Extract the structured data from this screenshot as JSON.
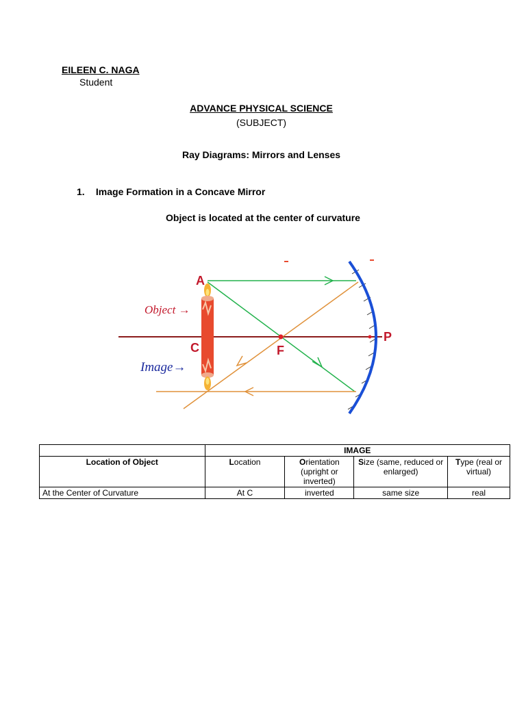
{
  "header": {
    "author_name": "EILEEN C. NAGA",
    "author_role": "Student"
  },
  "subject": {
    "title": "ADVANCE PHYSICAL SCIENCE",
    "note": "(SUBJECT)"
  },
  "document_title": "Ray Diagrams: Mirrors and Lenses",
  "section": {
    "number": "1.",
    "title": "Image Formation in a Concave Mirror"
  },
  "case_caption": "Object is located at the center of curvature",
  "diagram": {
    "label_a": "A",
    "label_c": "C",
    "label_f": "F",
    "label_p": "P",
    "label_object": "Object →",
    "label_image": "Image→",
    "colors": {
      "axis": "#8b1a1a",
      "mirror": "#1a4fd6",
      "incident_ray": "#22b24c",
      "reflected_ray": "#e0913a",
      "candle": "#e84a2e",
      "object_label": "#c2182b",
      "image_label": "#1b2a9e",
      "point_f": "#e0212a"
    }
  },
  "table": {
    "group_header": "IMAGE",
    "columns": {
      "location_of_object": "Location of Object",
      "location_first": "L",
      "location_rest": "ocation",
      "orientation_first": "O",
      "orientation_rest": "rientation (upright or inverted)",
      "size_first": "S",
      "size_rest": "ize (same, reduced or enlarged)",
      "type_first": "T",
      "type_rest": "ype (real or virtual)"
    },
    "rows": [
      {
        "object": "At the Center of Curvature",
        "location": "At C",
        "orientation": "inverted",
        "size": "same size",
        "type": "real"
      }
    ]
  }
}
